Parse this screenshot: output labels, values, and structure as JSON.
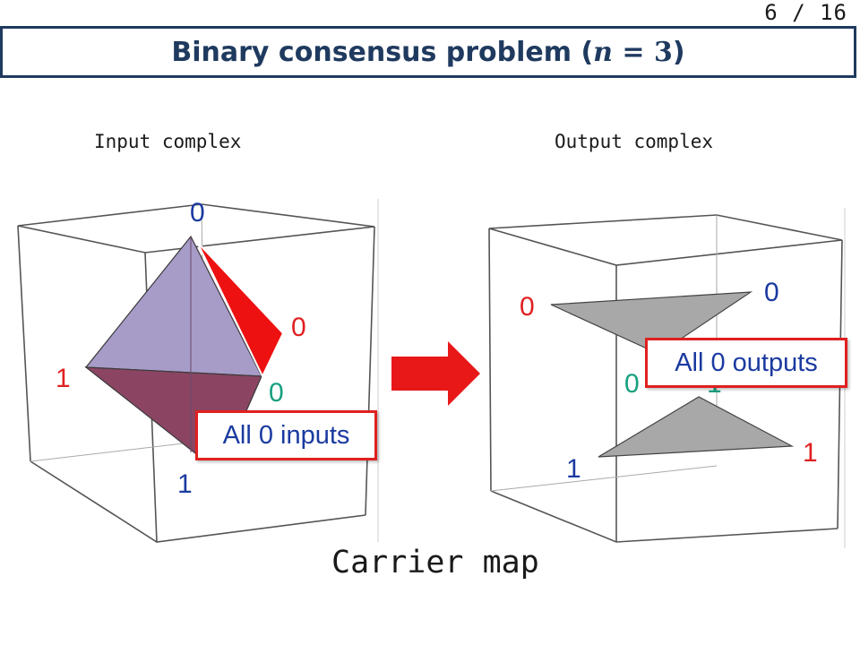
{
  "slide": {
    "number": "6 / 16"
  },
  "title": {
    "prefix": "Binary consensus problem (",
    "var": "n",
    "eq": " = 3",
    "suffix": ")"
  },
  "figures": {
    "input_label": "Input complex",
    "output_label": "Output complex",
    "input_vertex_labels": [
      "0",
      "0",
      "1",
      "0",
      "1"
    ],
    "output_vertex_labels": [
      "0",
      "0",
      "0",
      "1",
      "1",
      "1"
    ]
  },
  "callouts": {
    "inputs": "All 0 inputs",
    "outputs": "All 0 outputs"
  },
  "carrier_label": "Carrier map",
  "colors": {
    "title_border": "#1f3a5f",
    "vertex_zero_blue": "#1a3aa0",
    "vertex_red": "#e02020",
    "vertex_green": "#18a080",
    "upper_face": "#a79bc8",
    "lower_face": "#8b4563",
    "output_triangle": "#a8a8a8",
    "arrow": "#e81818"
  }
}
